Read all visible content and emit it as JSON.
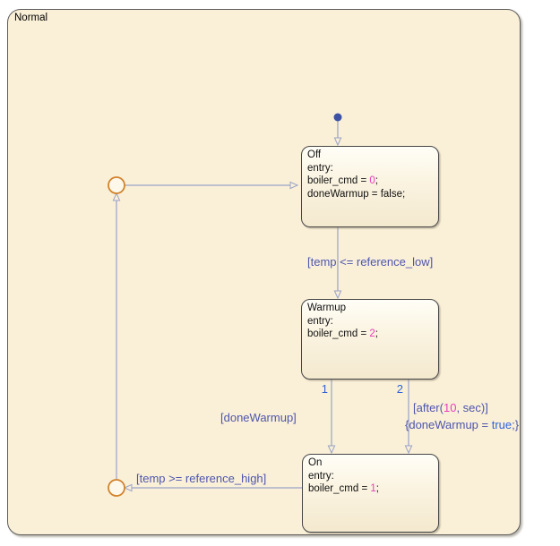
{
  "container": {
    "label": "Normal"
  },
  "states": {
    "off": {
      "title": "Off",
      "entry_label": "entry:",
      "line1_pre": "boiler_cmd = ",
      "line1_num": "0",
      "line1_semi": ";",
      "line2": "doneWarmup = false;"
    },
    "warmup": {
      "title": "Warmup",
      "entry_label": "entry:",
      "line1_pre": "boiler_cmd = ",
      "line1_num": "2",
      "line1_semi": ";"
    },
    "on": {
      "title": "On",
      "entry_label": "entry:",
      "line1_pre": "boiler_cmd = ",
      "line1_num": "1",
      "line1_semi": ";"
    }
  },
  "transitions": {
    "off_to_warmup": {
      "guard": "[temp <= reference_low]"
    },
    "warmup_to_on_1": {
      "port": "1",
      "guard": "[doneWarmup]"
    },
    "warmup_to_on_2": {
      "port": "2",
      "guard_pre": "[after(",
      "guard_num": "10",
      "guard_post": ", sec)]",
      "action_pre": "{doneWarmup = ",
      "action_kw": "true",
      "action_post": ";}"
    },
    "on_to_junction": {
      "guard": "[temp >= reference_high]"
    }
  },
  "colors": {
    "container_fill": "#faf0d8",
    "wire": "#9aa2c8",
    "guard_label": "#4d55ae",
    "keyword_blue": "#2f62d9",
    "literal_magenta": "#e93cbc",
    "junction_orange": "#d2832c",
    "default_dot": "#3d52a5",
    "state_border": "#454545"
  }
}
